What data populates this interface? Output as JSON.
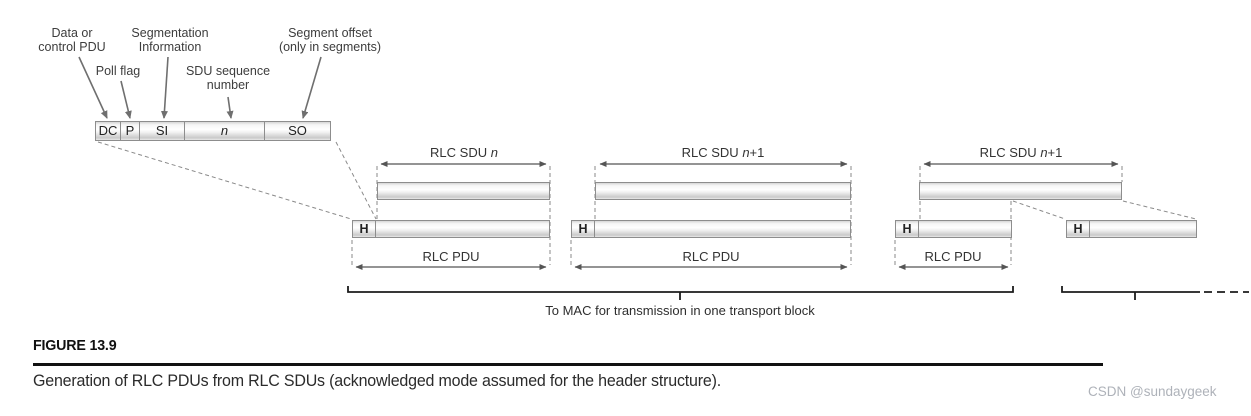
{
  "diagram": {
    "annotations": {
      "data_or_control": [
        "Data or",
        "control PDU"
      ],
      "poll_flag": "Poll flag",
      "segmentation": [
        "Segmentation",
        "Information"
      ],
      "sdu_sequence": [
        "SDU sequence",
        "number"
      ],
      "segment_offset": [
        "Segment offset",
        "(only in segments)"
      ]
    },
    "header_cells": [
      "DC",
      "P",
      "SI",
      "n",
      "SO"
    ],
    "sdu_labels": [
      {
        "pre": "RLC SDU ",
        "var": "n",
        "post": ""
      },
      {
        "pre": "RLC SDU ",
        "var": "n",
        "post": "+1"
      },
      {
        "pre": "RLC SDU ",
        "var": "n",
        "post": "+1"
      }
    ],
    "pdu_header_label": "H",
    "pdu_span_label": "RLC PDU",
    "mac_note": "To MAC for transmission in one transport block"
  },
  "figure": {
    "label": "FIGURE 13.9",
    "caption": "Generation of RLC PDUs from RLC SDUs (acknowledged mode assumed for the header structure)."
  },
  "watermark": "CSDN @sundaygeek",
  "colors": {
    "label_arrow": "#6f6f6f",
    "dashed_line": "#8a8a8a",
    "dimension_arrow": "#555555",
    "bracket": "#1c1c1c",
    "bar_border": "#8d8d8d"
  }
}
